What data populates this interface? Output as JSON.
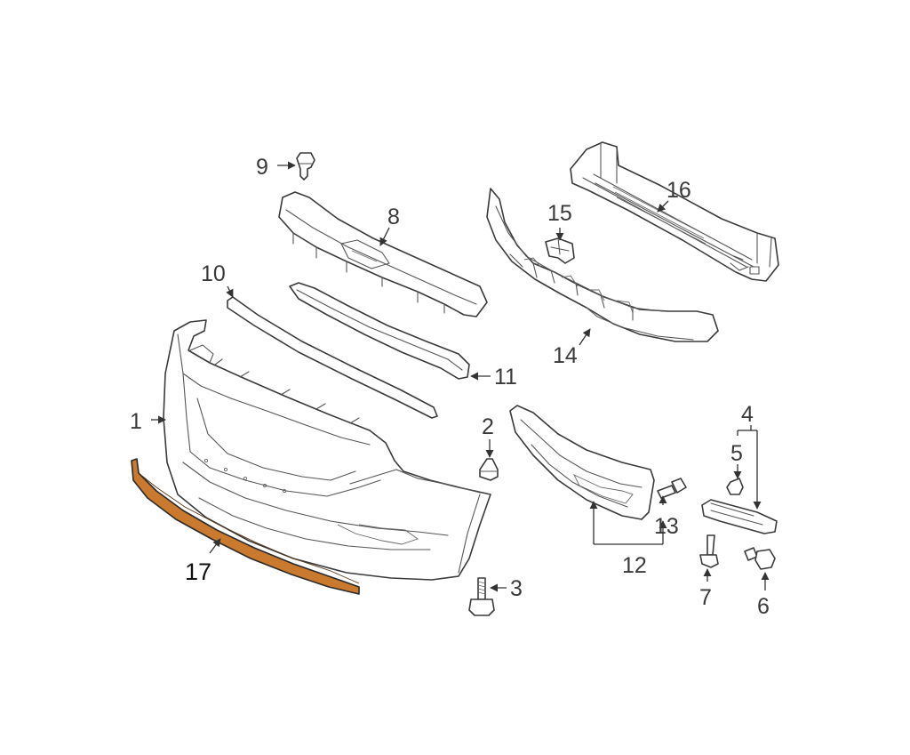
{
  "highlight_color": "#c97a2e",
  "callouts": {
    "c1": "1",
    "c2": "2",
    "c3": "3",
    "c4": "4",
    "c5": "5",
    "c6": "6",
    "c7": "7",
    "c8": "8",
    "c9": "9",
    "c10": "10",
    "c11": "11",
    "c12": "12",
    "c13": "13",
    "c14": "14",
    "c15": "15",
    "c16": "16",
    "c17": "17"
  }
}
